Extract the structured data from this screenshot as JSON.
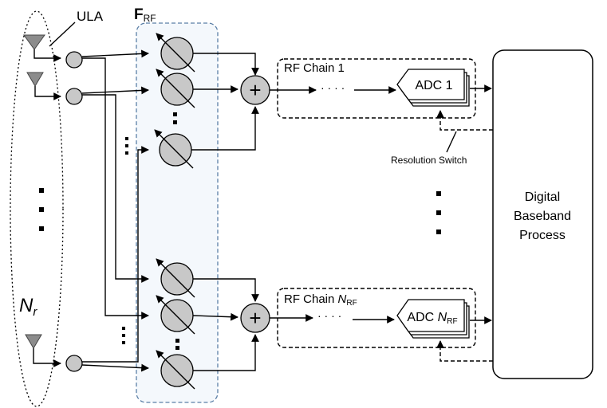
{
  "labels": {
    "ula": "ULA",
    "frf_main": "F",
    "frf_sub": "RF",
    "nr_main": "N",
    "nr_sub": "r",
    "chain1": "RF Chain 1",
    "chain_n_main": "RF Chain ",
    "chain_n_italic": "N",
    "chain_n_sub": "RF",
    "adc1": "ADC 1",
    "adc_n_main": "ADC ",
    "adc_n_italic": "N",
    "adc_n_sub": "RF",
    "resolution_switch": "Resolution Switch",
    "digital_line1": "Digital",
    "digital_line2": "Baseband",
    "digital_line3": "Process",
    "sum_symbol": "+",
    "dots_h": "· · · ·"
  },
  "colors": {
    "component_fill": "#c8c8c8",
    "frf_box_stroke": "#5b7fa6",
    "frf_box_fill": "#f4f8fc",
    "antenna_fill": "#8c8c8c"
  }
}
